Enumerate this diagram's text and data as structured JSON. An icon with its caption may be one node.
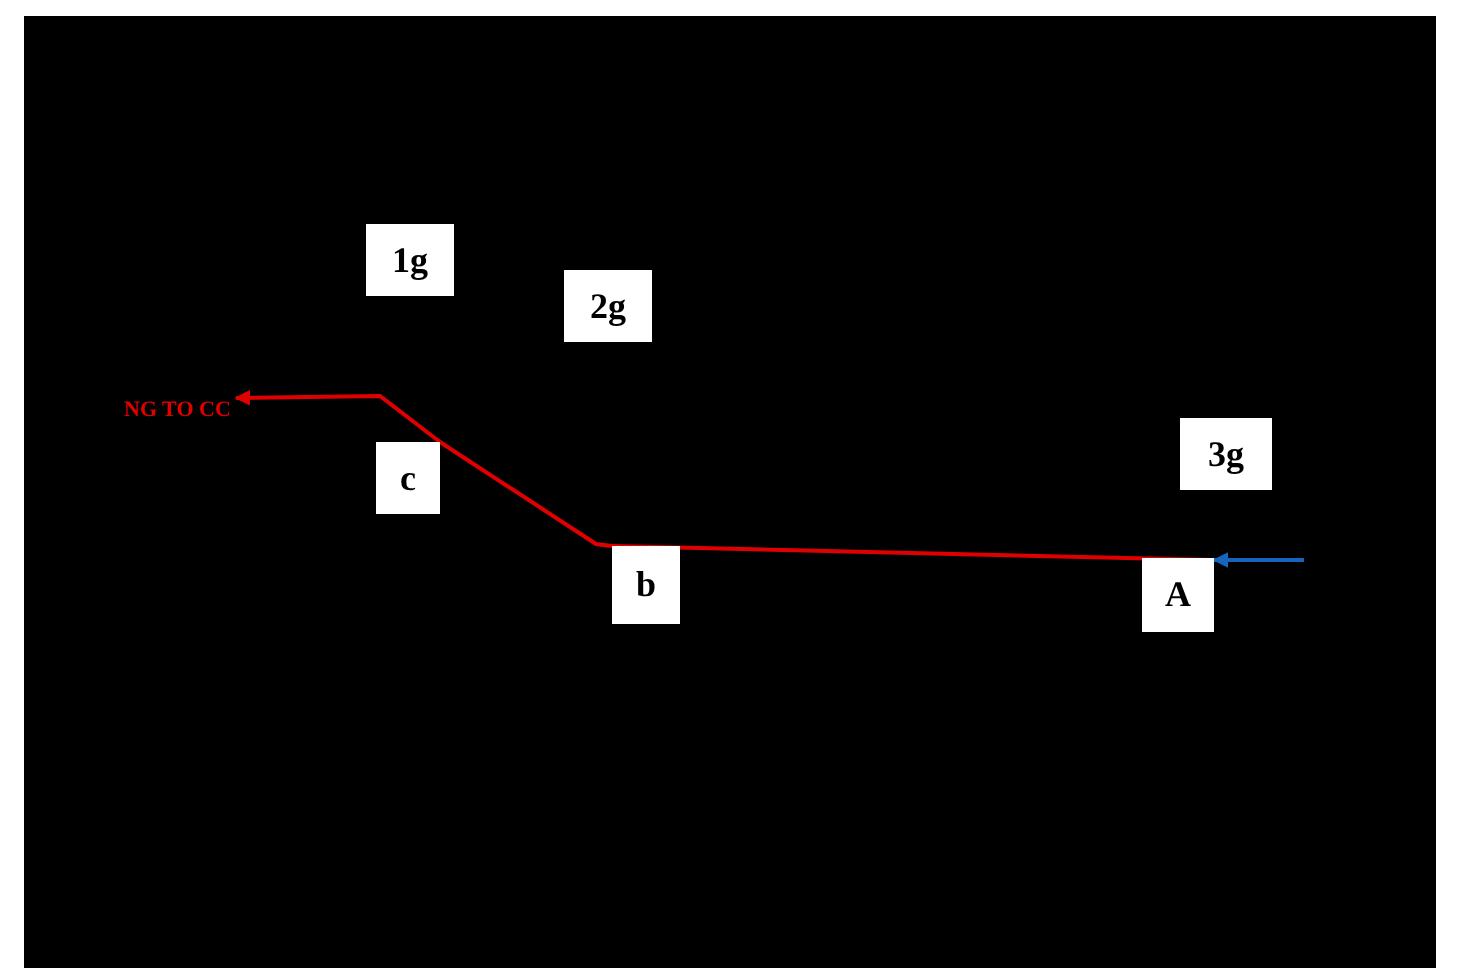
{
  "diagram": {
    "nodes": [
      {
        "text": [
          "1g"
        ]
      },
      {
        "text": [
          "2g"
        ]
      },
      {
        "text": [
          "NG TO CC"
        ]
      },
      {
        "text": [
          "c"
        ]
      },
      {
        "text": [
          "b"
        ]
      },
      {
        "text": [
          "3g"
        ]
      },
      {
        "text": [
          "A"
        ]
      }
    ],
    "edges": [
      {
        "from": null,
        "to": 6,
        "arrow": "to",
        "color": "#1565c0"
      },
      {
        "from": 6,
        "to": 4,
        "arrow": "none"
      },
      {
        "from": 4,
        "to": 3,
        "arrow": "none"
      },
      {
        "from": 3,
        "to": 2,
        "arrow": "to"
      }
    ]
  }
}
